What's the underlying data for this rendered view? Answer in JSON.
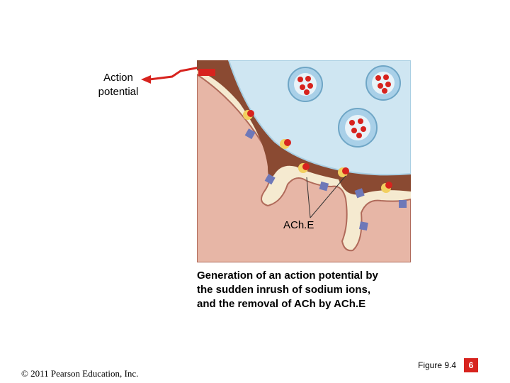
{
  "labels": {
    "action_potential_line1": "Action",
    "action_potential_line2": "potential",
    "ache": "ACh.E"
  },
  "caption": {
    "line1": "Generation of an action potential by",
    "line2": "the sudden inrush of sodium ions,",
    "line3": "and the removal of ACh by ACh.E"
  },
  "footer": {
    "copyright": "© 2011 Pearson Education, Inc.",
    "figure": "Figure 9.4",
    "page": "6"
  },
  "colors": {
    "accent_red": "#d7231e",
    "synaptic_cleft": "#f5ead0",
    "muscle_membrane": "#d89a8a",
    "terminal_blue": "#cfe6f2",
    "terminal_brown": "#8a4a32"
  }
}
